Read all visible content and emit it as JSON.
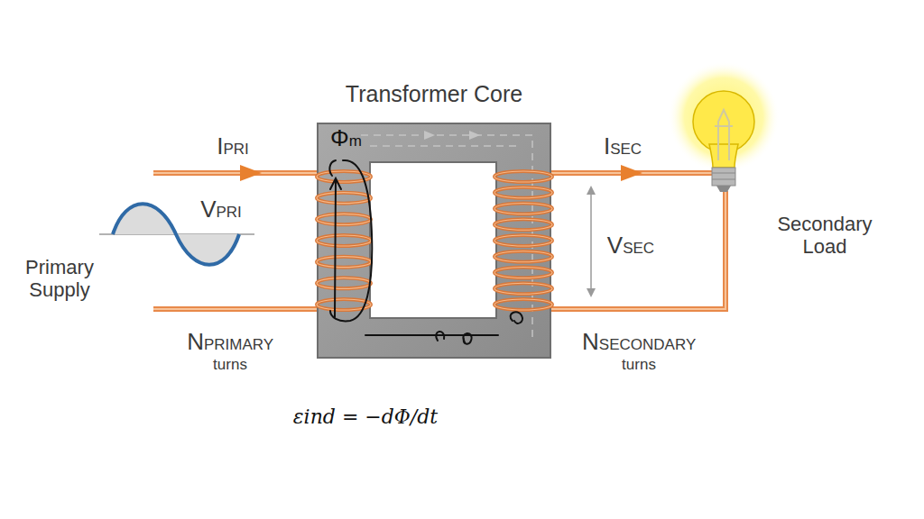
{
  "diagram": {
    "nodes": [
      {
        "text": [
          "Transformer Core",
          "Φm"
        ]
      }
    ],
    "labels": [
      "IPRI",
      "VPRI",
      "Primary Supply",
      "ISEC",
      "VSEC",
      "Secondary Load",
      "NPRIMARY turns",
      "NSECONDARY turns",
      "εind = −dΦ/dt"
    ]
  }
}
